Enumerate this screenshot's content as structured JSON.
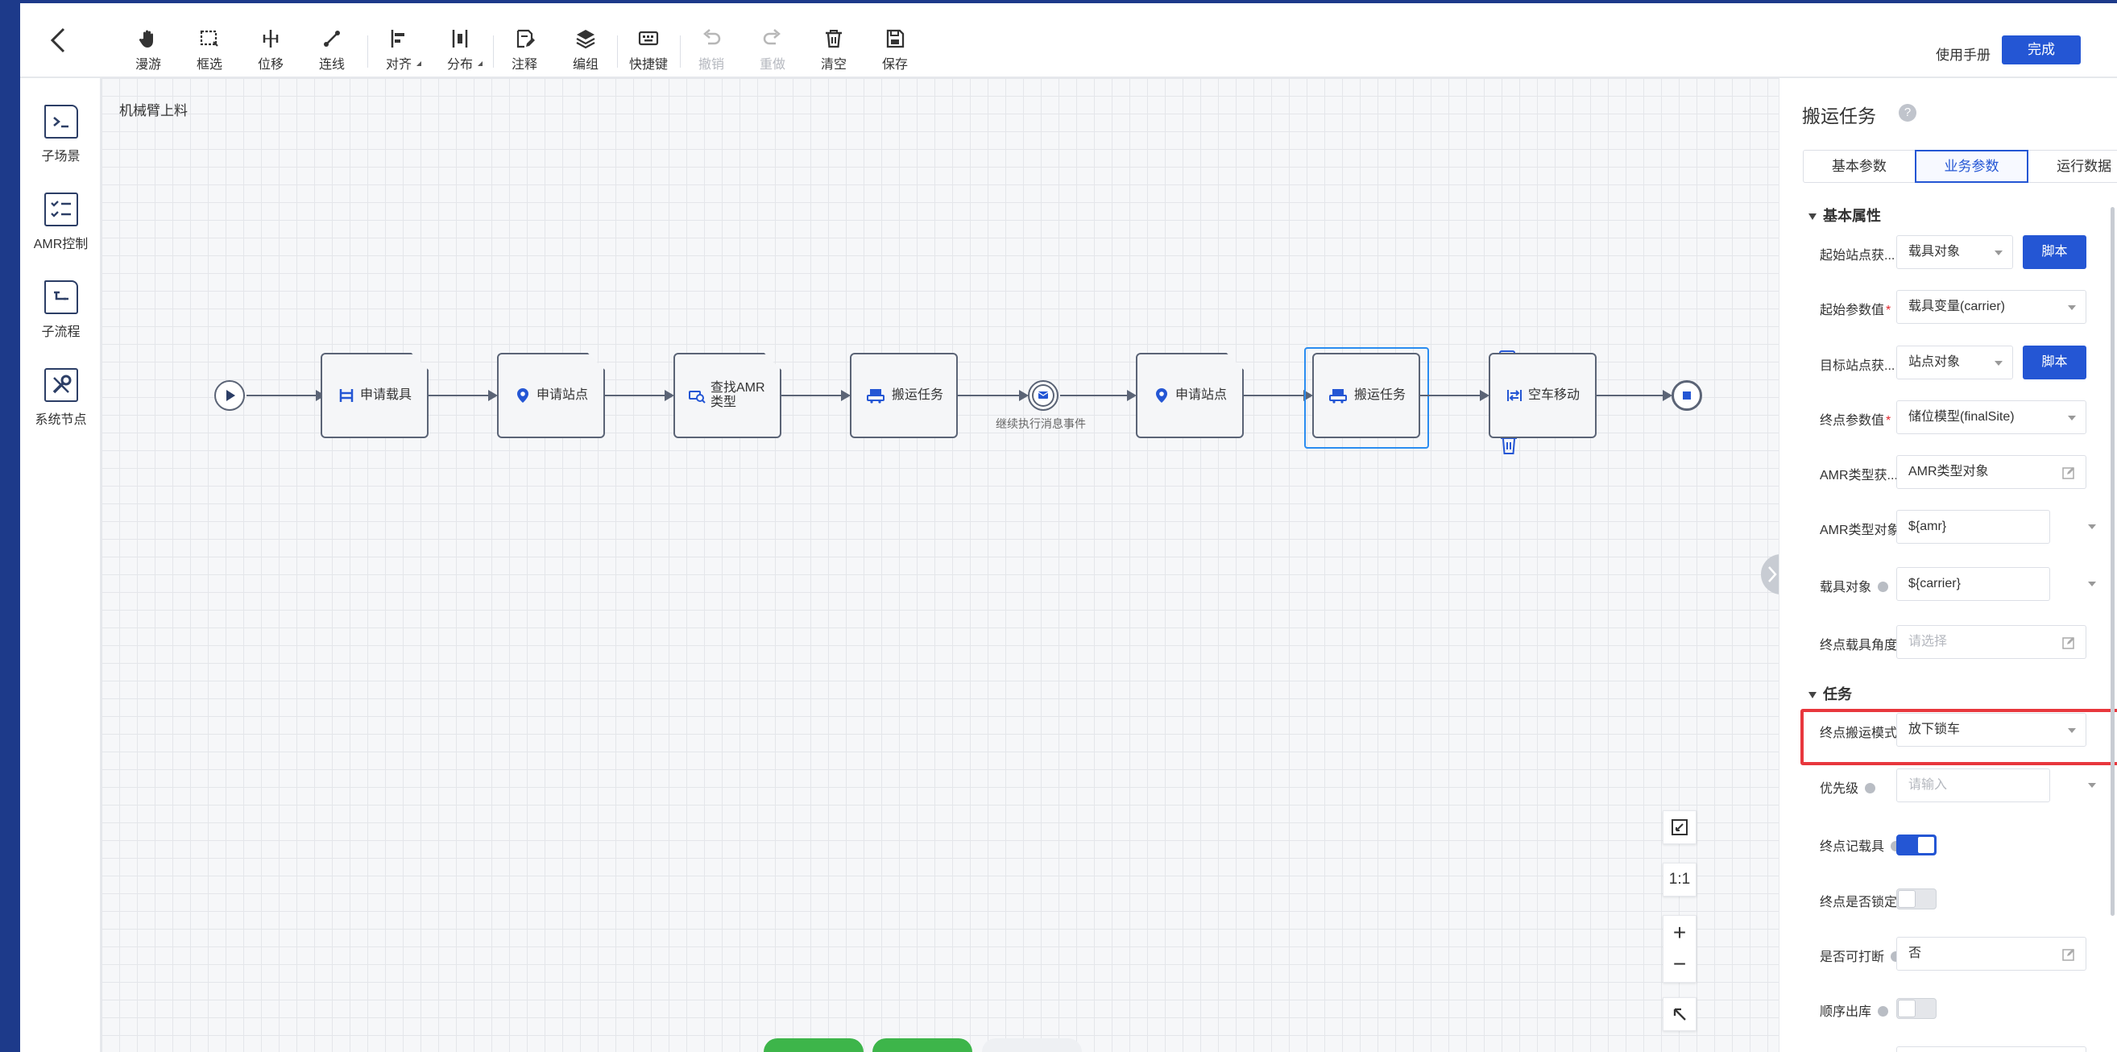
{
  "toolbar": {
    "tools": {
      "roam": "漫游",
      "select": "框选",
      "move": "位移",
      "connect": "连线",
      "align": "对齐",
      "distribute": "分布",
      "annotate": "注释",
      "group": "编组",
      "shortcut": "快捷键",
      "undo": "撤销",
      "redo": "重做",
      "clear": "清空",
      "save": "保存"
    },
    "manual_label": "使用手册",
    "done_label": "完成"
  },
  "sidebar": {
    "sub_scene": "子场景",
    "amr_control": "AMR控制",
    "sub_flow": "子流程",
    "system_node": "系统节点"
  },
  "canvas": {
    "title": "机械臂上料",
    "nodes": {
      "n1": "申请载具",
      "n2": "申请站点",
      "n3": "查找AMR类型",
      "n4": "搬运任务",
      "n5": "申请站点",
      "n6": "搬运任务",
      "n7": "空车移动"
    },
    "event_label": "继续执行消息事件",
    "zoom": {
      "one_to_one": "1:1",
      "plus": "+",
      "minus": "−"
    }
  },
  "panel": {
    "title": "搬运任务",
    "help": "?",
    "tabs": {
      "basic": "基本参数",
      "business": "业务参数",
      "runtime": "运行数据"
    },
    "section_basic": "基本属性",
    "section_task": "任务",
    "fields": {
      "start_site_get": {
        "label": "起始站点获...",
        "value": "载具对象",
        "button": "脚本"
      },
      "start_param": {
        "label": "起始参数值",
        "value": "载具变量(carrier)"
      },
      "target_site_get": {
        "label": "目标站点获...",
        "value": "站点对象",
        "button": "脚本"
      },
      "end_param": {
        "label": "终点参数值",
        "value": "储位模型(finalSite)"
      },
      "amr_type_get": {
        "label": "AMR类型获...",
        "value": "AMR类型对象"
      },
      "amr_type_obj": {
        "label": "AMR类型对象",
        "value": "${amr}"
      },
      "carrier_obj": {
        "label": "载具对象",
        "value": "${carrier}"
      },
      "end_carrier_angle": {
        "label": "终点载具角度",
        "placeholder": "请选择"
      },
      "end_transport_mode": {
        "label": "终点搬运模式",
        "value": "放下锁车"
      },
      "priority": {
        "label": "优先级",
        "placeholder": "请输入"
      },
      "end_record_carrier": {
        "label": "终点记载具"
      },
      "end_lock": {
        "label": "终点是否锁定..."
      },
      "interruptible": {
        "label": "是否可打断",
        "value": "否"
      },
      "sequential_outbound": {
        "label": "顺序出库"
      }
    },
    "toggles": {
      "end_record_carrier": true,
      "end_lock": false,
      "sequential_outbound": false
    }
  },
  "colors": {
    "accent": "#2456d4",
    "highlight": "#e8373d",
    "node_border": "#5b6476",
    "selected": "#2a8cf0"
  }
}
